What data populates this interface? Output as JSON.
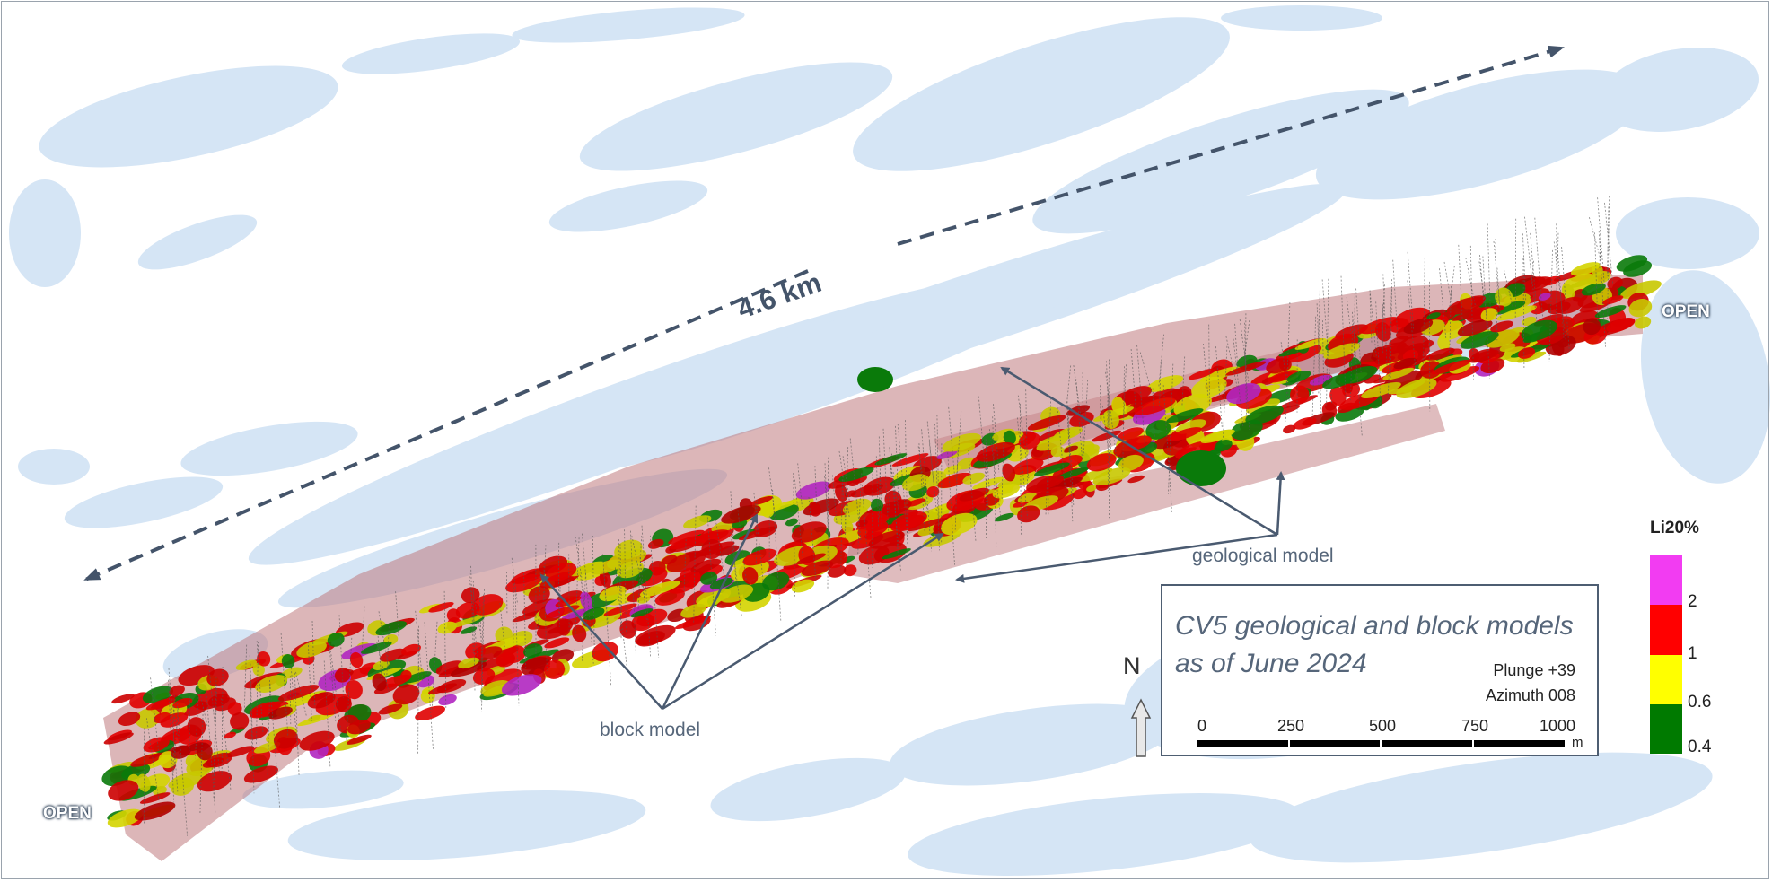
{
  "title": "CV5 geological and block models as of June 2024",
  "view": {
    "plunge": "Plunge +39",
    "azimuth": "Azimuth 008"
  },
  "distance_label": "4.6 km",
  "open_labels": {
    "left": "OPEN",
    "right": "OPEN"
  },
  "annotations": {
    "geological_model": "geological model",
    "block_model": "block model"
  },
  "north_label": "N",
  "scale_bar": {
    "ticks": [
      "0",
      "250",
      "500",
      "750",
      "1000"
    ],
    "unit": "m"
  },
  "legend": {
    "title": "Li20%",
    "classes": [
      {
        "label": "2",
        "color": "#f23cf2"
      },
      {
        "label": "1",
        "color": "#ff0000"
      },
      {
        "label": "0.6",
        "color": "#ffff00"
      },
      {
        "label": "0.4",
        "color": "#007a00"
      }
    ]
  },
  "colors": {
    "water": "#d5e5f5",
    "geomodel": "#c07a7e",
    "arrow": "#4a5a70"
  }
}
